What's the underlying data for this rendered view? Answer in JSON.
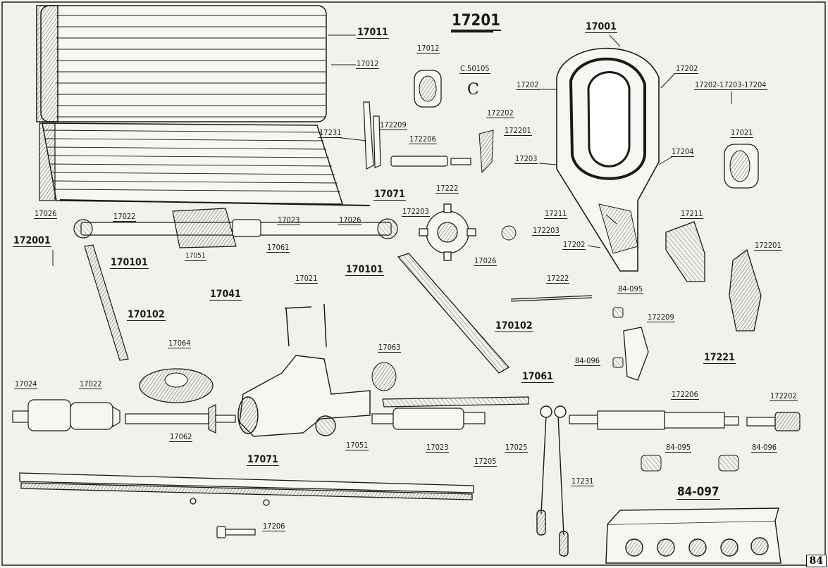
{
  "title": "17201",
  "page_number": "84",
  "labels": [
    {
      "id": "l17011",
      "text": "17011"
    },
    {
      "id": "l17012a",
      "text": "17012"
    },
    {
      "id": "l17012b",
      "text": "17012"
    },
    {
      "id": "lc50105",
      "text": "C.50105"
    },
    {
      "id": "lc",
      "text": "C"
    },
    {
      "id": "l17001",
      "text": "17001"
    },
    {
      "id": "l17202a",
      "text": "17202"
    },
    {
      "id": "l17202b",
      "text": "17202"
    },
    {
      "id": "l17202multi",
      "text": "17202-17203-17204"
    },
    {
      "id": "l17203",
      "text": "17203"
    },
    {
      "id": "l17204",
      "text": "17204"
    },
    {
      "id": "l17021a",
      "text": "17021"
    },
    {
      "id": "l1723a",
      "text": "17231"
    },
    {
      "id": "l172209a",
      "text": "172209"
    },
    {
      "id": "l172206a",
      "text": "172206"
    },
    {
      "id": "l172202a",
      "text": "172202"
    },
    {
      "id": "l172201a",
      "text": "172201"
    },
    {
      "id": "l17222a",
      "text": "17222"
    },
    {
      "id": "l17071a",
      "text": "17071"
    },
    {
      "id": "l17026a",
      "text": "17026"
    },
    {
      "id": "l17022a",
      "text": "17022"
    },
    {
      "id": "l17023a",
      "text": "17023"
    },
    {
      "id": "l17026b",
      "text": "17026"
    },
    {
      "id": "l172203a",
      "text": "172203"
    },
    {
      "id": "l17211a",
      "text": "17211"
    },
    {
      "id": "l172203b",
      "text": "172203"
    },
    {
      "id": "l17202c",
      "text": "17202"
    },
    {
      "id": "l17211b",
      "text": "17211"
    },
    {
      "id": "l172001",
      "text": "172001"
    },
    {
      "id": "l17051a",
      "text": "17051"
    },
    {
      "id": "l17061a",
      "text": "17061"
    },
    {
      "id": "l17026c",
      "text": "17026"
    },
    {
      "id": "l172201b",
      "text": "172201"
    },
    {
      "id": "l170101a",
      "text": "170101"
    },
    {
      "id": "l170101b",
      "text": "170101"
    },
    {
      "id": "l17041",
      "text": "17041"
    },
    {
      "id": "l17021b",
      "text": "17021"
    },
    {
      "id": "l17222b",
      "text": "17222"
    },
    {
      "id": "l84095a",
      "text": "84-095"
    },
    {
      "id": "l170102a",
      "text": "170102"
    },
    {
      "id": "l170102b",
      "text": "170102"
    },
    {
      "id": "l172209b",
      "text": "172209"
    },
    {
      "id": "l17064",
      "text": "17064"
    },
    {
      "id": "l17063",
      "text": "17063"
    },
    {
      "id": "l84096a",
      "text": "84-096"
    },
    {
      "id": "l17221",
      "text": "17221"
    },
    {
      "id": "l17024",
      "text": "17024"
    },
    {
      "id": "l17022b",
      "text": "17022"
    },
    {
      "id": "l17061b",
      "text": "17061"
    },
    {
      "id": "l172206b",
      "text": "172206"
    },
    {
      "id": "l172202b",
      "text": "172202"
    },
    {
      "id": "l17062",
      "text": "17062"
    },
    {
      "id": "l17051b",
      "text": "17051"
    },
    {
      "id": "l17023b",
      "text": "17023"
    },
    {
      "id": "l17025",
      "text": "17025"
    },
    {
      "id": "l84095b",
      "text": "84-095"
    },
    {
      "id": "l84096b",
      "text": "84-096"
    },
    {
      "id": "l17071b",
      "text": "17071"
    },
    {
      "id": "l17205",
      "text": "17205"
    },
    {
      "id": "l17231b",
      "text": "17231"
    },
    {
      "id": "l84097",
      "text": "84-097"
    },
    {
      "id": "l17206",
      "text": "17206"
    }
  ]
}
